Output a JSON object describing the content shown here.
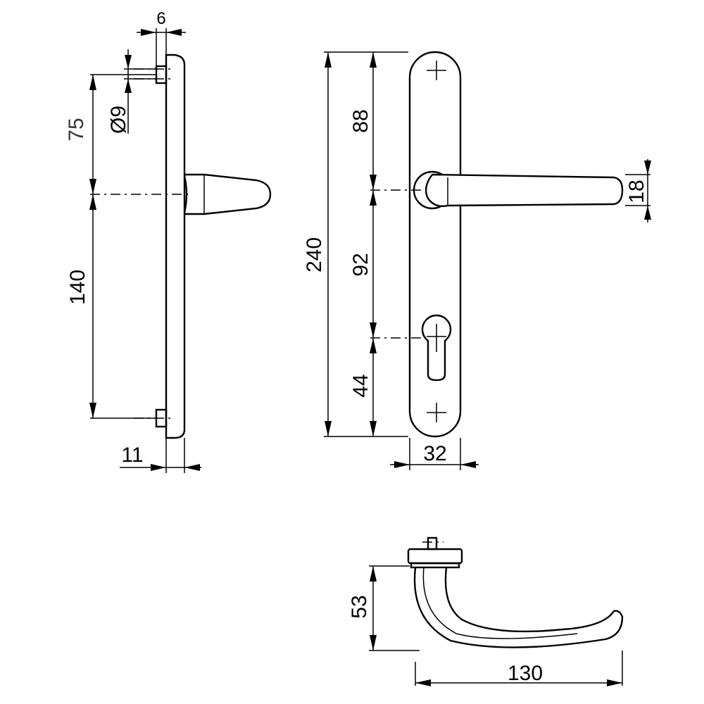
{
  "dimensions": {
    "side_view": {
      "top_offset": "6",
      "hole_diameter": "Ø9",
      "upper_distance": "75",
      "lower_distance": "140",
      "thickness": "11"
    },
    "front_view": {
      "total_height": "240",
      "top_to_handle": "88",
      "handle_to_cylinder": "92",
      "cylinder_to_bottom": "44",
      "plate_width": "32",
      "lever_thickness": "18"
    },
    "top_view": {
      "lever_height": "53",
      "lever_length": "130"
    }
  }
}
